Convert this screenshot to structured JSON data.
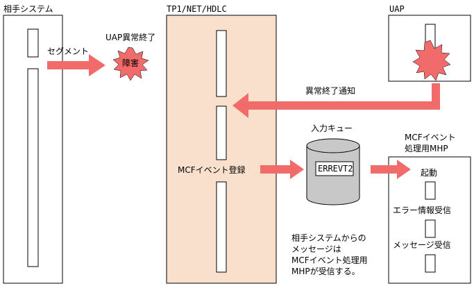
{
  "partner_system": {
    "title": "相手システム",
    "segment_label": "セグメント"
  },
  "uap_abend": {
    "label": "UAP異常終了",
    "fault_label": "障害"
  },
  "tp1": {
    "title": "TP1/NET/HDLC",
    "event_register_label": "MCFイベント登録"
  },
  "uap": {
    "title": "UAP",
    "abend_notice_label": "異常終了通知"
  },
  "queue": {
    "title": "入力キュー",
    "item_label": "ERREVT2"
  },
  "mhp": {
    "title_line1": "MCFイベント",
    "title_line2": "処理用MHP",
    "start_label": "起動",
    "error_receive_label": "エラー情報受信",
    "message_receive_label": "メッセージ受信"
  },
  "note": {
    "line1": "相手システムからの",
    "line2": "メッセージは",
    "line3": "MCFイベント処理用",
    "line4": "MHPが受信する。"
  },
  "colors": {
    "arrow": "#f26b6b",
    "tp1_fill": "#f8e0cc",
    "burst": "#f26b6b",
    "cylinder": "#c8c8c8"
  }
}
